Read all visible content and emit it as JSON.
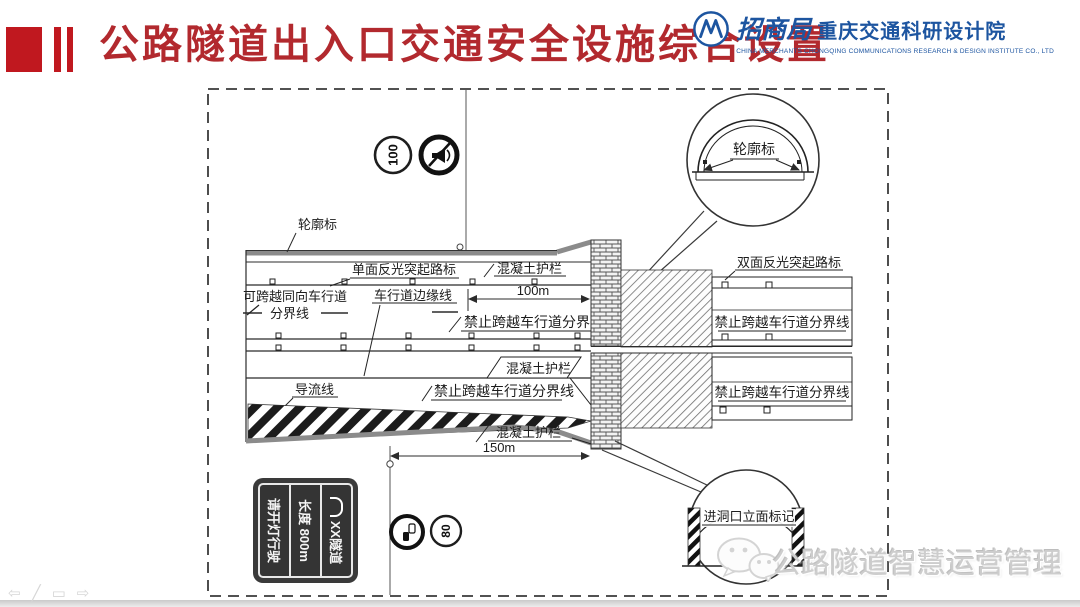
{
  "colors": {
    "accent_red": "#b2292e",
    "block_red": "#c0181f",
    "logo_blue": "#1d55a0",
    "line_dark": "#2b2b2b",
    "watermark_gray": "#cdcdcd"
  },
  "header": {
    "title": "公路隧道出入口交通安全设施综合设置",
    "logo": {
      "brand": "招商局",
      "org": "重庆交通科研设计院",
      "org_en": "CHINA MERCHANTS CHONGQING COMMUNICATIONS RESEARCH & DESIGN INSTITUTE CO., LTD"
    }
  },
  "diagram": {
    "top_signs": {
      "speed_limit": "100"
    },
    "magnifier_top": {
      "label": "轮廓标"
    },
    "plan": {
      "contour_marker": "轮廓标",
      "single_sided_marker": "单面反光突起路标",
      "double_sided_marker": "双面反光突起路标",
      "concrete_barrier": "混凝土护栏",
      "crossable_line_row1": "可跨越同向车行道",
      "crossable_line_row2": "分界线",
      "edge_line": "车行道边缘线",
      "no_crossing_line": "禁止跨越车行道分界线",
      "guide_line": "导流线",
      "dim_100m": "100m",
      "dim_150m": "150m"
    },
    "magnifier_bottom": {
      "label": "进洞口立面标记"
    },
    "bottom_signs": {
      "speed_limit": "80",
      "tunnel_sign": {
        "line1": "XX隧道",
        "line2": "长度 800m",
        "line3": "请开灯行驶"
      }
    }
  },
  "watermark": {
    "text": "公路隧道智慧运营管理"
  },
  "nav": {
    "prev_icon": "⇦",
    "pen_icon": "╱",
    "slide_icon": "▭",
    "next_icon": "⇨"
  }
}
